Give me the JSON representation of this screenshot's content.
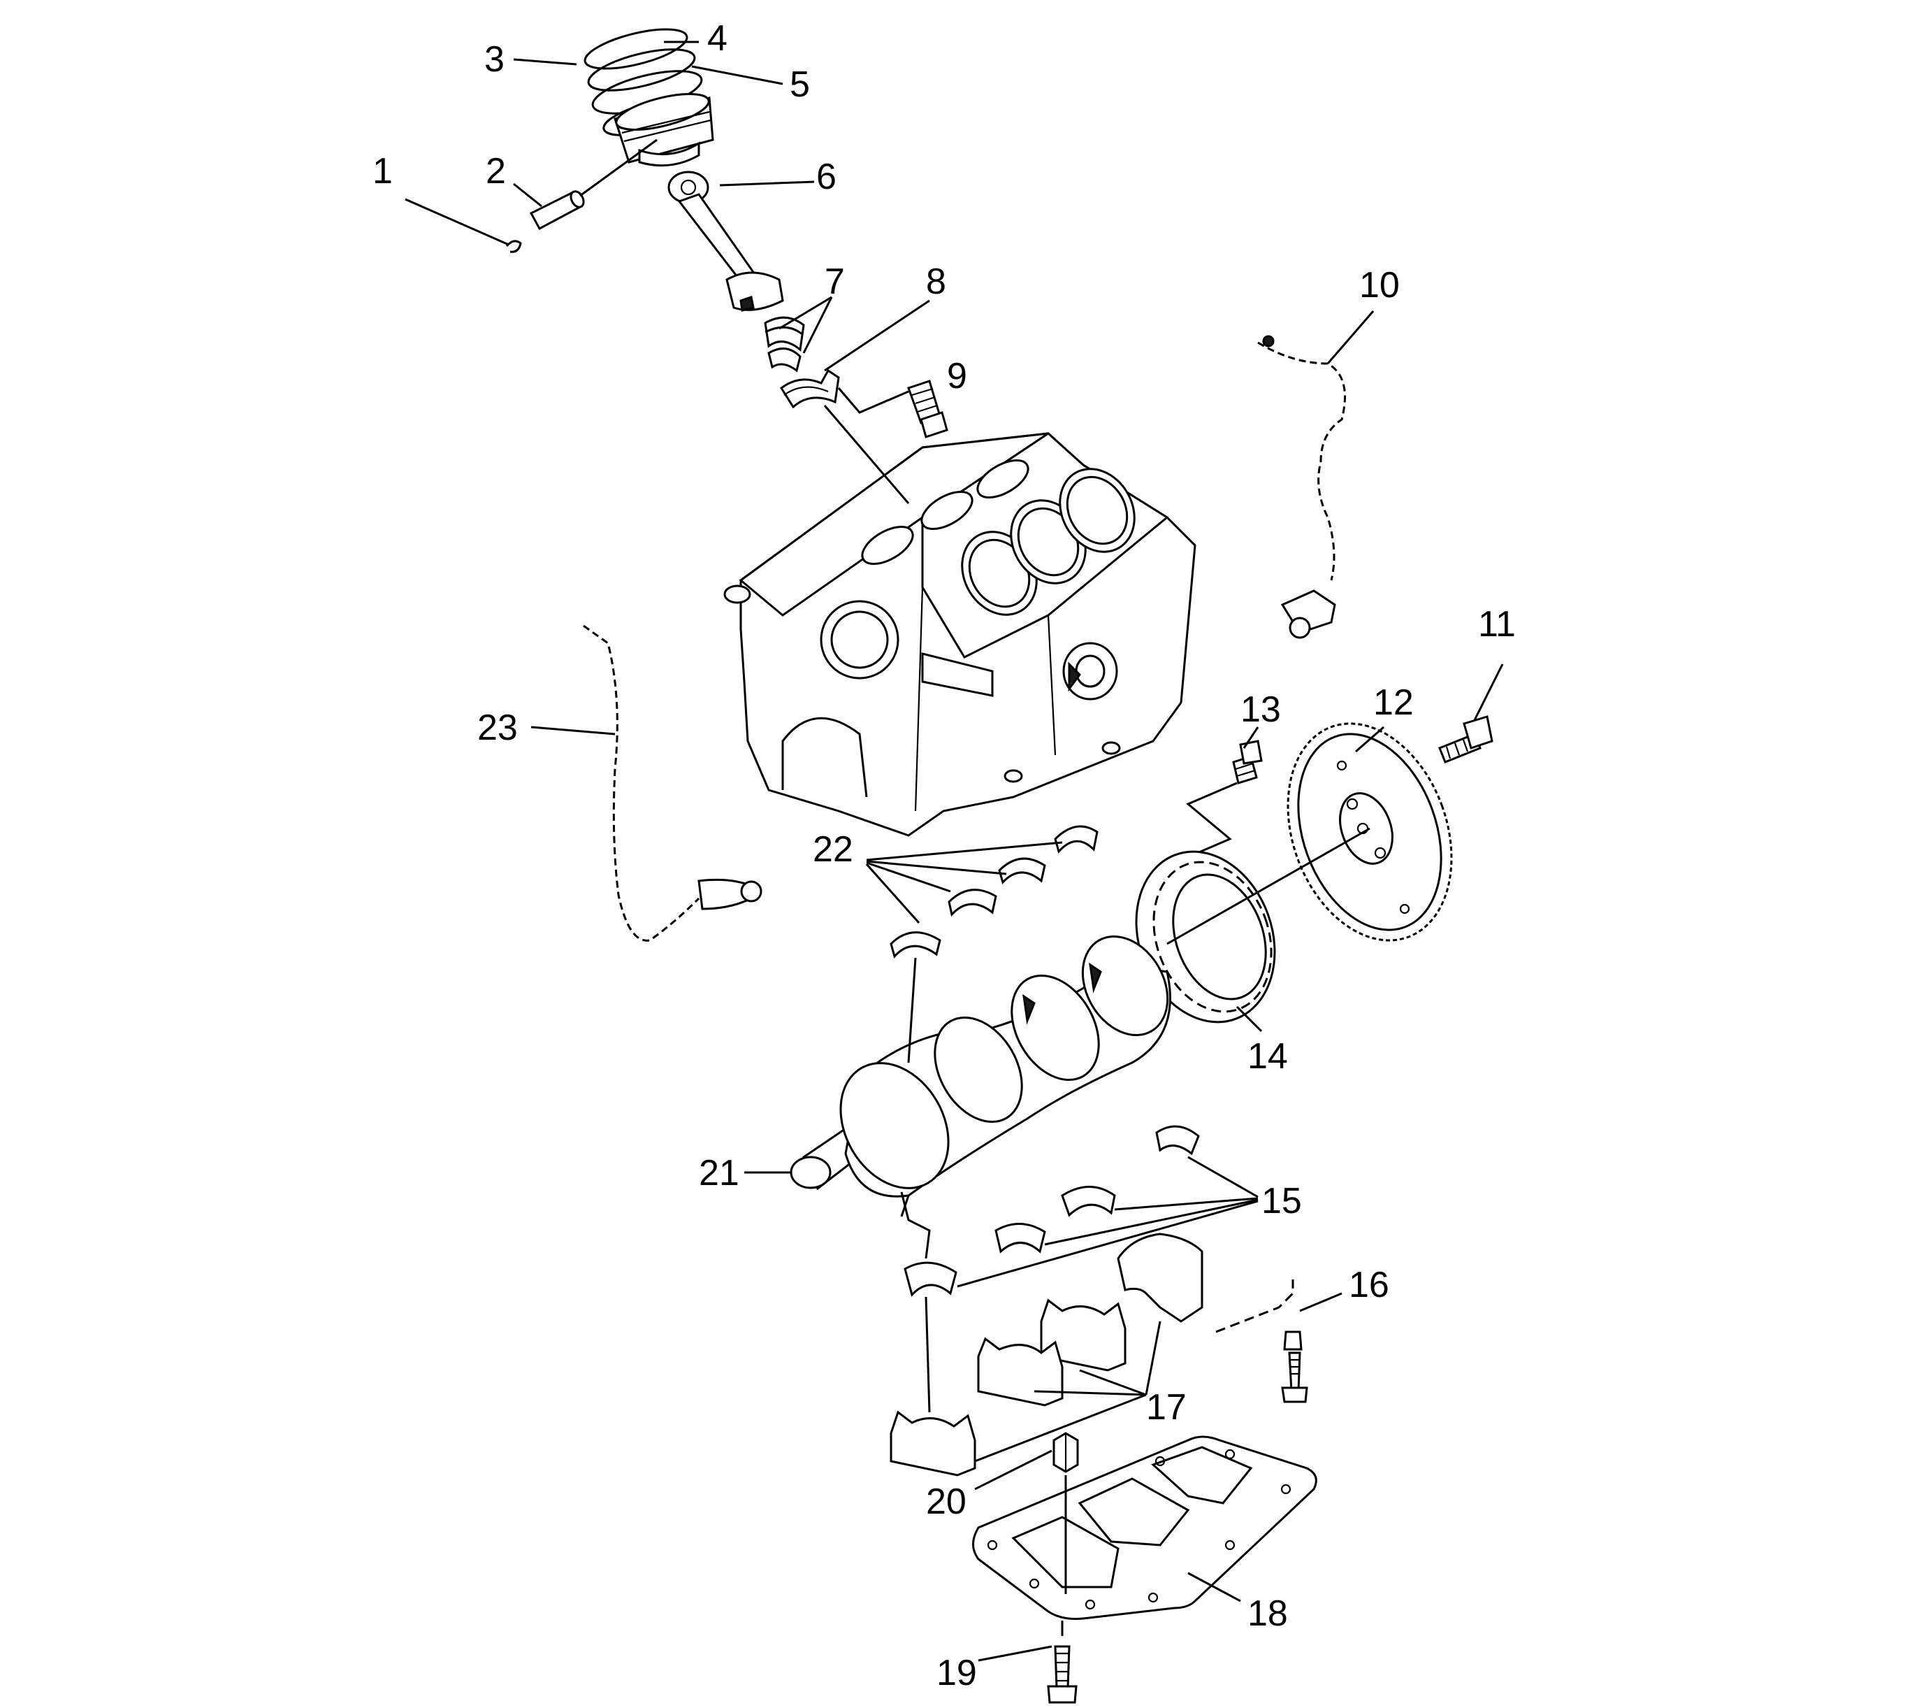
{
  "diagram": {
    "callouts": [
      {
        "id": "1",
        "text": "1"
      },
      {
        "id": "2",
        "text": "2"
      },
      {
        "id": "3",
        "text": "3"
      },
      {
        "id": "4",
        "text": "4"
      },
      {
        "id": "5",
        "text": "5"
      },
      {
        "id": "6",
        "text": "6"
      },
      {
        "id": "7",
        "text": "7"
      },
      {
        "id": "8",
        "text": "8"
      },
      {
        "id": "9",
        "text": "9"
      },
      {
        "id": "10",
        "text": "10"
      },
      {
        "id": "11",
        "text": "11"
      },
      {
        "id": "12",
        "text": "12"
      },
      {
        "id": "13",
        "text": "13"
      },
      {
        "id": "14",
        "text": "14"
      },
      {
        "id": "15",
        "text": "15"
      },
      {
        "id": "16",
        "text": "16"
      },
      {
        "id": "17",
        "text": "17"
      },
      {
        "id": "18",
        "text": "18"
      },
      {
        "id": "19",
        "text": "19"
      },
      {
        "id": "20",
        "text": "20"
      },
      {
        "id": "21",
        "text": "21"
      },
      {
        "id": "22",
        "text": "22"
      },
      {
        "id": "23",
        "text": "23"
      }
    ],
    "colors": {
      "ink": "#000000",
      "paper": "#ffffff"
    }
  }
}
